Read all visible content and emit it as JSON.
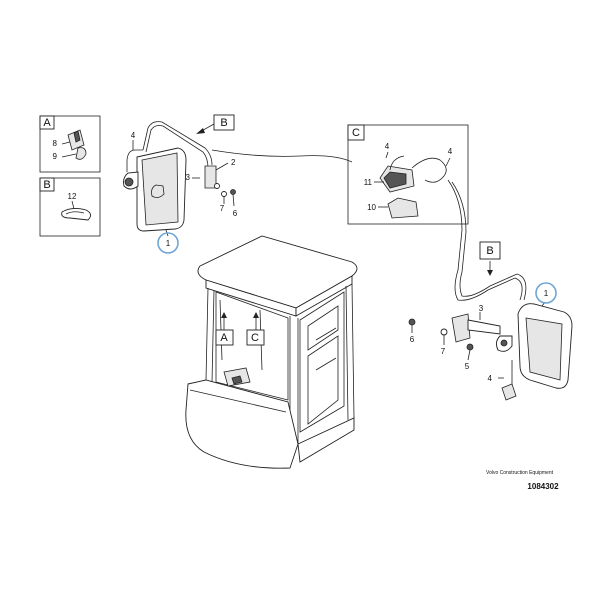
{
  "callouts": {
    "detail_a": "A",
    "detail_b": "B",
    "detail_c": "C",
    "arrow_b_left": "B",
    "arrow_b_right": "B",
    "cab_a": "A",
    "cab_c": "C"
  },
  "part_numbers": {
    "a_8": "8",
    "a_9": "9",
    "b_12": "12",
    "left_4": "4",
    "left_2": "2",
    "left_3": "3",
    "left_7": "7",
    "left_6": "6",
    "left_1": "1",
    "c_4a": "4",
    "c_4b": "4",
    "c_11": "11",
    "c_10": "10",
    "right_1": "1",
    "right_3": "3",
    "right_6": "6",
    "right_7": "7",
    "right_5": "5",
    "right_4": "4"
  },
  "footer": {
    "publisher": "Volvo Construction Equipment",
    "doc_number": "1084302"
  },
  "colors": {
    "highlight": "#6fa5d6",
    "line": "#222222"
  }
}
